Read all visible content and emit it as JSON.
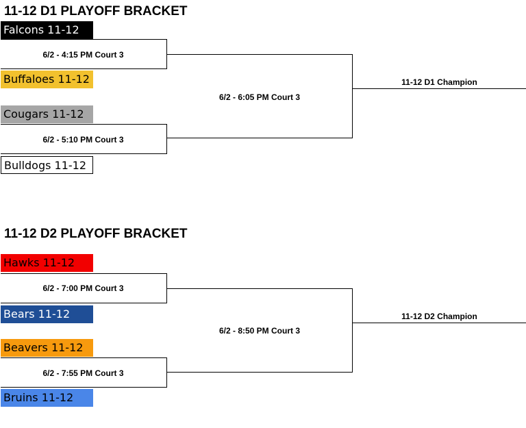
{
  "brackets": [
    {
      "title": "11-12 D1 PLAYOFF BRACKET",
      "games": [
        {
          "label": "6/2 - 4:15 PM Court 3",
          "top_team": {
            "name": "Falcons 11-12",
            "color": "#000000",
            "text_color": "#ffffff"
          },
          "bottom_team": {
            "name": "Buffaloes 11-12",
            "color": "#f2c12e",
            "text_color": "#000000"
          }
        },
        {
          "label": "6/2 - 5:10 PM Court 3",
          "top_team": {
            "name": "Cougars 11-12",
            "color": "#a6a6a6",
            "text_color": "#000000"
          },
          "bottom_team": {
            "name": "Bulldogs 11-12",
            "color": "#ffffff",
            "text_color": "#000000"
          }
        }
      ],
      "final": {
        "label": "6/2 - 6:05 PM Court 3"
      },
      "champion": "11-12 D1 Champion"
    },
    {
      "title": "11-12 D2 PLAYOFF BRACKET",
      "games": [
        {
          "label": "6/2 - 7:00 PM Court 3",
          "top_team": {
            "name": "Hawks 11-12",
            "color": "#f20000",
            "text_color": "#000000"
          },
          "bottom_team": {
            "name": "Bears 11-12",
            "color": "#1f4e96",
            "text_color": "#ffffff"
          }
        },
        {
          "label": "6/2 - 7:55 PM Court 3",
          "top_team": {
            "name": "Beavers 11-12",
            "color": "#f79a0e",
            "text_color": "#000000"
          },
          "bottom_team": {
            "name": "Bruins 11-12",
            "color": "#4a86e8",
            "text_color": "#000000"
          }
        }
      ],
      "final": {
        "label": "6/2 - 8:50 PM Court 3"
      },
      "champion": "11-12 D2 Champion"
    }
  ]
}
